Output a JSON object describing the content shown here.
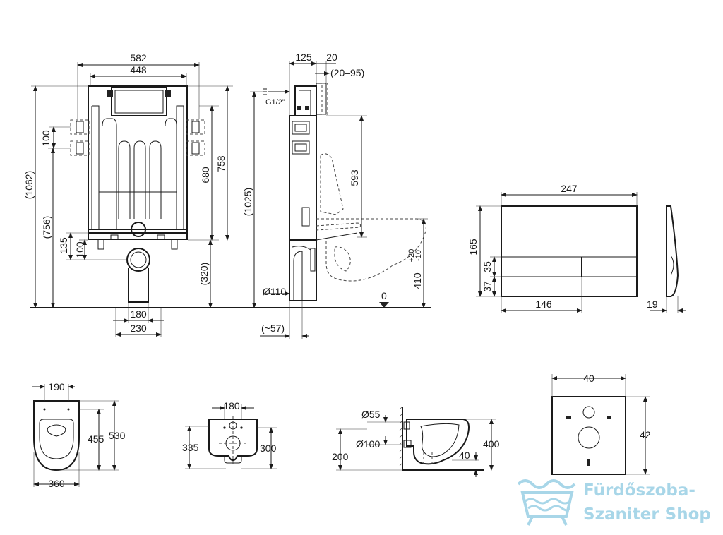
{
  "frame_drawing": {
    "dims": {
      "width_582": "582",
      "width_448": "448",
      "h_100": "100",
      "h_1062": "(1062)",
      "h_756": "(756)",
      "h_135": "135",
      "h_100b": "100",
      "h_680": "680",
      "h_758": "758",
      "h_320": "(320)",
      "w_180": "180",
      "w_230": "230"
    }
  },
  "side_drawing": {
    "dims": {
      "d_125": "125",
      "d_20": "20",
      "d_20_95": "(20–95)",
      "pipe": "G1/2\"",
      "h_1025": "(1025)",
      "h_593": "593",
      "d_110": "Ø110",
      "d_57": "(~57)",
      "zero": "0",
      "h_410": "410",
      "tol_plus": "+20",
      "tol_minus": "-10"
    }
  },
  "plate_drawing": {
    "dims": {
      "w_247": "247",
      "h_165": "165",
      "h_35": "35",
      "h_37": "37",
      "w_146": "146",
      "d_19": "19"
    }
  },
  "bowl_top": {
    "dims": {
      "w_190": "190",
      "h_455": "455",
      "h_530": "530",
      "w_360": "360"
    }
  },
  "bowl_back": {
    "dims": {
      "w_180": "180",
      "h_335": "335",
      "h_300": "300"
    }
  },
  "bowl_side": {
    "dims": {
      "d_55": "Ø55",
      "d_100": "Ø100",
      "h_200": "200",
      "h_400": "400",
      "h_40": "40"
    }
  },
  "gasket": {
    "dims": {
      "w_40": "40",
      "h_42": "42"
    }
  },
  "watermark": {
    "line1": "Fürdőszoba-",
    "line2": "Szaniter Shop",
    "color": "#a8d6e8"
  }
}
